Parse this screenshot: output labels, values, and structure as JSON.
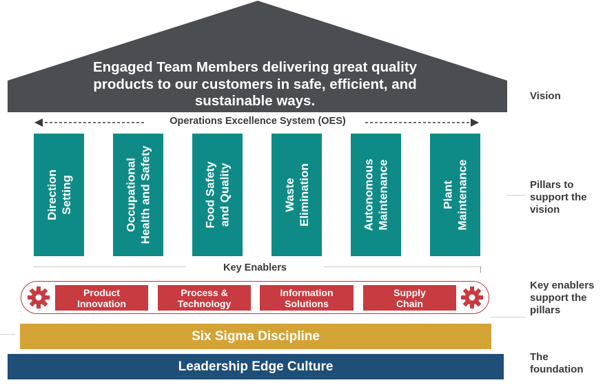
{
  "vision": {
    "lines": [
      "Engaged Team Members delivering great quality",
      "products to our customers in safe, efficient, and",
      "sustainable ways."
    ],
    "color": "#4a4d51"
  },
  "oes_label": "Operations Excellence System (OES)",
  "pillars": [
    {
      "line1": "Direction",
      "line2": "Setting"
    },
    {
      "line1": "Occupational",
      "line2": "Health and Safety"
    },
    {
      "line1": "Food Safety",
      "line2": "and Quality"
    },
    {
      "line1": "Waste",
      "line2": "Elimination"
    },
    {
      "line1": "Autonomous",
      "line2": "Maintenance"
    },
    {
      "line1": "Plant",
      "line2": "Maintenance"
    }
  ],
  "pillar_color": "#0e8b87",
  "key_enablers_label": "Key Enablers",
  "enablers": [
    {
      "line1": "Product",
      "line2": "Innovation"
    },
    {
      "line1": "Process &",
      "line2": "Technology"
    },
    {
      "line1": "Information",
      "line2": "Solutions"
    },
    {
      "line1": "Supply",
      "line2": "Chain"
    }
  ],
  "enabler_color": "#c83b40",
  "six_sigma": "Six Sigma Discipline",
  "six_sigma_color": "#d4a336",
  "leadership": "Leadership Edge Culture",
  "leadership_color": "#1f4e79",
  "side_labels": {
    "vision": "Vision",
    "pillars": [
      "Pillars to",
      "support the",
      "vision"
    ],
    "enablers": [
      "Key enablers",
      "support the",
      "pillars"
    ],
    "foundation": [
      "The",
      "foundation"
    ]
  }
}
